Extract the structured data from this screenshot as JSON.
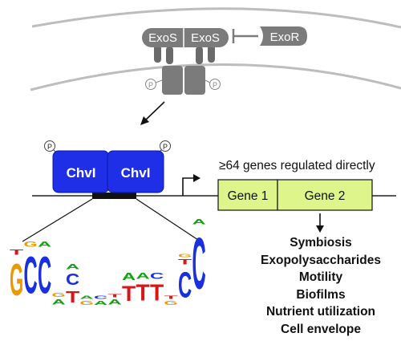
{
  "proteins": {
    "exos_left": "ExoS",
    "exos_right": "ExoS",
    "exor": "ExoR",
    "chvi_left": "ChvI",
    "chvi_right": "ChvI",
    "phospho": "P"
  },
  "regulation_note": "≥64 genes regulated directly",
  "genes": {
    "gene1": "Gene 1",
    "gene2": "Gene 2"
  },
  "outcomes": [
    "Symbiosis",
    "Exopolysaccharides",
    "Motility",
    "Biofilms",
    "Nutrient utilization",
    "Cell envelope"
  ],
  "motif": {
    "description": "sequence logo",
    "columns": [
      {
        "letters": [
          {
            "b": "G",
            "h": 62
          },
          {
            "b": "T",
            "h": 10
          }
        ]
      },
      {
        "letters": [
          {
            "b": "C",
            "h": 72
          },
          {
            "b": "G",
            "h": 10
          }
        ]
      },
      {
        "letters": [
          {
            "b": "C",
            "h": 72
          },
          {
            "b": "A",
            "h": 10
          }
        ]
      },
      {
        "letters": [
          {
            "b": "A",
            "h": 10
          },
          {
            "b": "G",
            "h": 8
          }
        ]
      },
      {
        "letters": [
          {
            "b": "T",
            "h": 22
          },
          {
            "b": "C",
            "h": 22
          },
          {
            "b": "A",
            "h": 10
          }
        ]
      },
      {
        "letters": [
          {
            "b": "G",
            "h": 8
          },
          {
            "b": "A",
            "h": 6
          }
        ]
      },
      {
        "letters": [
          {
            "b": "A",
            "h": 8
          },
          {
            "b": "C",
            "h": 6
          }
        ]
      },
      {
        "letters": [
          {
            "b": "A",
            "h": 10
          },
          {
            "b": "T",
            "h": 6
          }
        ]
      },
      {
        "letters": [
          {
            "b": "T",
            "h": 30
          },
          {
            "b": "A",
            "h": 14
          }
        ]
      },
      {
        "letters": [
          {
            "b": "T",
            "h": 32
          },
          {
            "b": "A",
            "h": 12
          }
        ]
      },
      {
        "letters": [
          {
            "b": "T",
            "h": 32
          },
          {
            "b": "C",
            "h": 12
          }
        ]
      },
      {
        "letters": [
          {
            "b": "G",
            "h": 8
          },
          {
            "b": "T",
            "h": 6
          }
        ]
      },
      {
        "letters": [
          {
            "b": "C",
            "h": 50
          },
          {
            "b": "T",
            "h": 10
          },
          {
            "b": "G",
            "h": 6
          }
        ]
      },
      {
        "letters": [
          {
            "b": "C",
            "h": 100
          },
          {
            "b": "A",
            "h": 10
          }
        ]
      }
    ]
  }
}
